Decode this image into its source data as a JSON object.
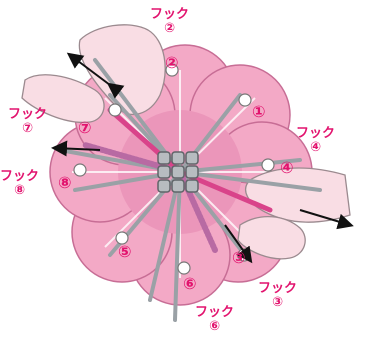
{
  "labels": {
    "hook2": {
      "text": "フック",
      "num": "②"
    },
    "hook7": {
      "text": "フック",
      "num": "⑦"
    },
    "hook8": {
      "text": "フック",
      "num": "⑧"
    },
    "hook4": {
      "text": "フック",
      "num": "④"
    },
    "hook3": {
      "text": "フック",
      "num": "③"
    },
    "hook6": {
      "text": "フック",
      "num": "⑥"
    }
  },
  "petal_numbers": [
    "①",
    "②",
    "③",
    "④",
    "⑤",
    "⑥",
    "⑦",
    "⑧"
  ],
  "colors": {
    "label": "#e2136e",
    "petal": "#f3a9c6",
    "petal_dark": "#e48ab0",
    "cord": "#9aa1a6",
    "cord_pink": "#d9438a",
    "hand": "#f9dde4"
  }
}
